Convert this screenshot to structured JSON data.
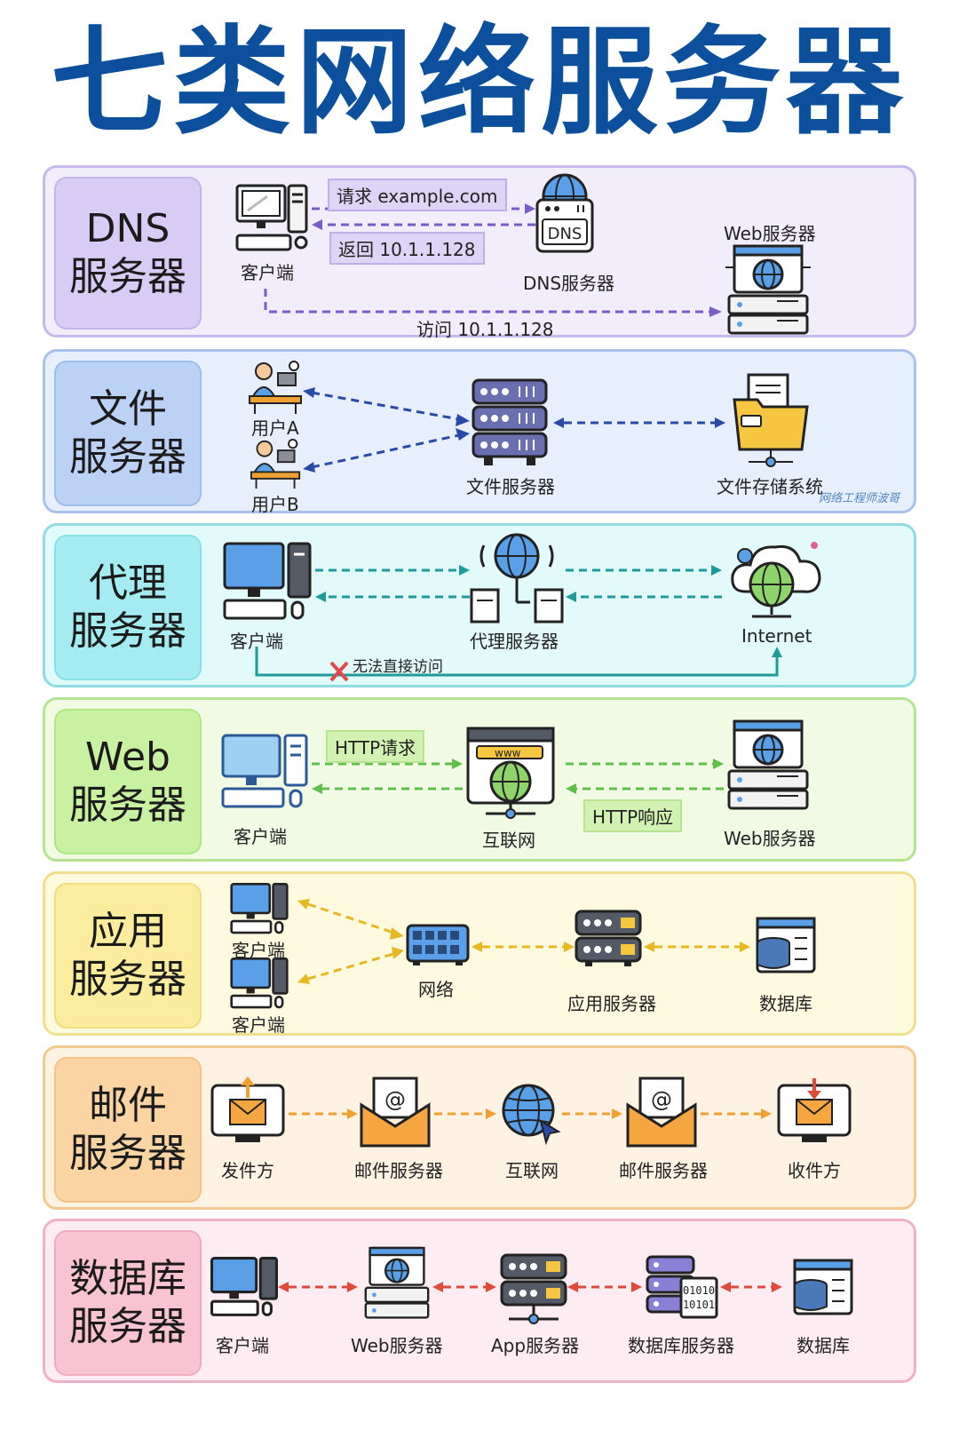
{
  "title": "七类网络服务器",
  "colors": {
    "title": "#0c4f9c",
    "dns": "#7a5cc8",
    "file": "#2a4aa8",
    "proxy": "#1f9a9a",
    "web": "#5ec04a",
    "app": "#e8b820",
    "mail": "#f0a030",
    "db": "#e04a3a"
  },
  "dns": {
    "label_1": "DNS",
    "label_2": "服务器",
    "client": "客户端",
    "dns_server": "DNS服务器",
    "web_server": "Web服务器",
    "dns_badge": "DNS",
    "request": "请求 example.com",
    "reply": "返回 10.1.1.128",
    "visit": "访问 10.1.1.128"
  },
  "file": {
    "label_1": "文件",
    "label_2": "服务器",
    "user_a": "用户A",
    "user_b": "用户B",
    "file_server": "文件服务器",
    "storage": "文件存储系统",
    "watermark": "网络工程师波哥"
  },
  "proxy": {
    "label_1": "代理",
    "label_2": "服务器",
    "client": "客户端",
    "proxy_server": "代理服务器",
    "internet": "Internet",
    "blocked": "无法直接访问"
  },
  "web": {
    "label_1": "Web",
    "label_2": "服务器",
    "client": "客户端",
    "internet": "互联网",
    "web_server": "Web服务器",
    "request": "HTTP请求",
    "response": "HTTP响应",
    "www": "www"
  },
  "app": {
    "label_1": "应用",
    "label_2": "服务器",
    "client_1": "客户端",
    "client_2": "客户端",
    "network": "网络",
    "app_server": "应用服务器",
    "database": "数据库"
  },
  "mail": {
    "label_1": "邮件",
    "label_2": "服务器",
    "sender": "发件方",
    "mail_server_1": "邮件服务器",
    "internet": "互联网",
    "mail_server_2": "邮件服务器",
    "receiver": "收件方"
  },
  "db": {
    "label_1": "数据库",
    "label_2": "服务器",
    "client": "客户端",
    "web_server": "Web服务器",
    "app_server": "App服务器",
    "db_server": "数据库服务器",
    "database": "数据库",
    "binary_1": "01010",
    "binary_2": "10101"
  }
}
